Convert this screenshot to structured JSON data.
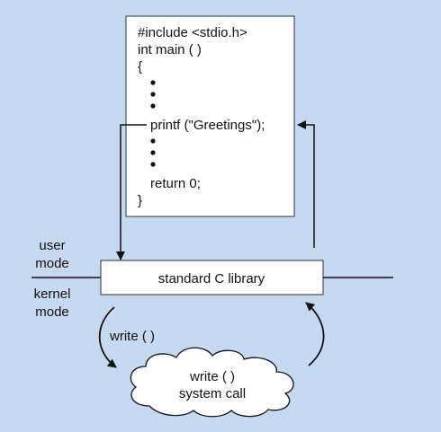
{
  "code": {
    "include_line": "#include <stdio.h>",
    "main_line": "int main ( )",
    "open_brace": "{",
    "printf_line": "printf (\"Greetings\");",
    "return_line": "return 0;",
    "close_brace": "}"
  },
  "modes": {
    "user_line1": "user",
    "user_line2": "mode",
    "kernel_line1": "kernel",
    "kernel_line2": "mode"
  },
  "library": {
    "label": "standard C library"
  },
  "syscall": {
    "arrow_label": "write ( )",
    "cloud_line1": "write ( )",
    "cloud_line2": "system call"
  },
  "colors": {
    "background": "#c6d9f0",
    "box_fill": "#ffffff",
    "stroke": "#111111"
  }
}
